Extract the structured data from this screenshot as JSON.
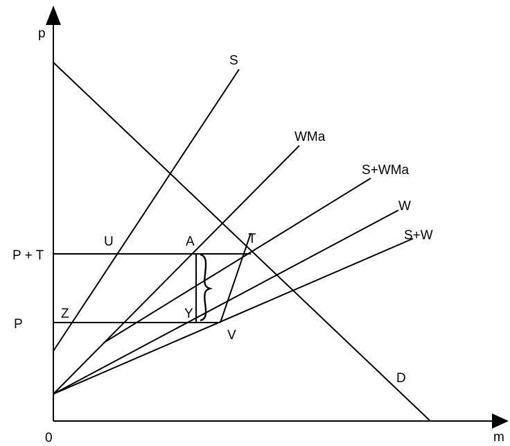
{
  "axes": {
    "y_label": "p",
    "x_label": "m",
    "origin_label": "0"
  },
  "price_levels": {
    "high": "P + T",
    "low": "P"
  },
  "curves": {
    "supply": "S",
    "wma": "WMa",
    "supply_plus_wma": "S+WMa",
    "w": "W",
    "supply_plus_w": "S+W",
    "demand": "D"
  },
  "points": {
    "u": "U",
    "a": "A",
    "t": "T",
    "z": "Z",
    "y": "Y",
    "v": "V"
  },
  "colors": {
    "ink": "#000000",
    "background": "#ffffff"
  }
}
